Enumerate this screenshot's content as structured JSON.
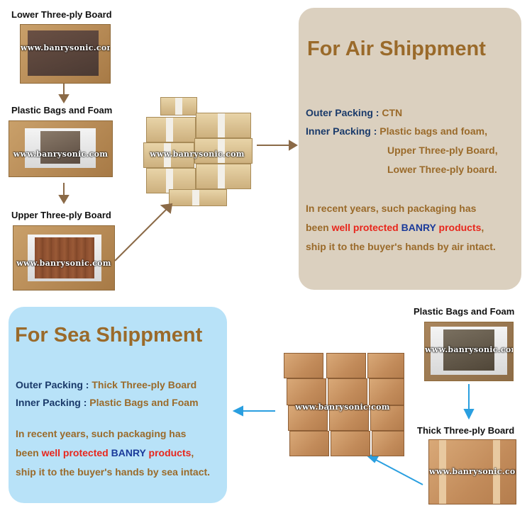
{
  "air": {
    "steps": [
      "Lower Three-ply Board",
      "Plastic Bags and Foam",
      "Upper Three-ply Board"
    ],
    "watermark": "www.banrysonic.com",
    "title": "For Air Shippment",
    "outer_label": "Outer Packing :",
    "outer_value": "CTN",
    "inner_label": "Inner Packing :",
    "inner_values": [
      "Plastic bags and foam,",
      "Upper Three-ply Board,",
      "Lower Three-ply board."
    ],
    "desc": {
      "l1": "In recent years, such packaging has",
      "l2a": "been ",
      "l2b": "well protected",
      "l2c": " BANRY",
      "l2d": " products",
      "l2e": ",",
      "l3": "ship it to the buyer's hands by air intact."
    }
  },
  "sea": {
    "steps": [
      "Plastic Bags and Foam",
      "Thick Three-ply Board"
    ],
    "watermark": "www.banrysonic.com",
    "title": "For Sea Shippment",
    "outer_label": "Outer Packing :",
    "outer_value": "Thick Three-ply Board",
    "inner_label": "Inner Packing :",
    "inner_value": "Plastic Bags and Foam",
    "desc": {
      "l1": "In recent years, such packaging has",
      "l2a": "been ",
      "l2b": "well protected",
      "l2c": " BANRY",
      "l2d": " products",
      "l2e": ",",
      "l3": "ship it to the buyer's hands by sea intact."
    }
  },
  "colors": {
    "air_panel": "#dbd0bf",
    "sea_panel": "#b8e2f8",
    "title": "#9a6a2a",
    "label": "#1a3a6a",
    "highlight_red": "#e8261c",
    "arrow_brown": "#8b6a47",
    "arrow_blue": "#2a9fe0"
  }
}
